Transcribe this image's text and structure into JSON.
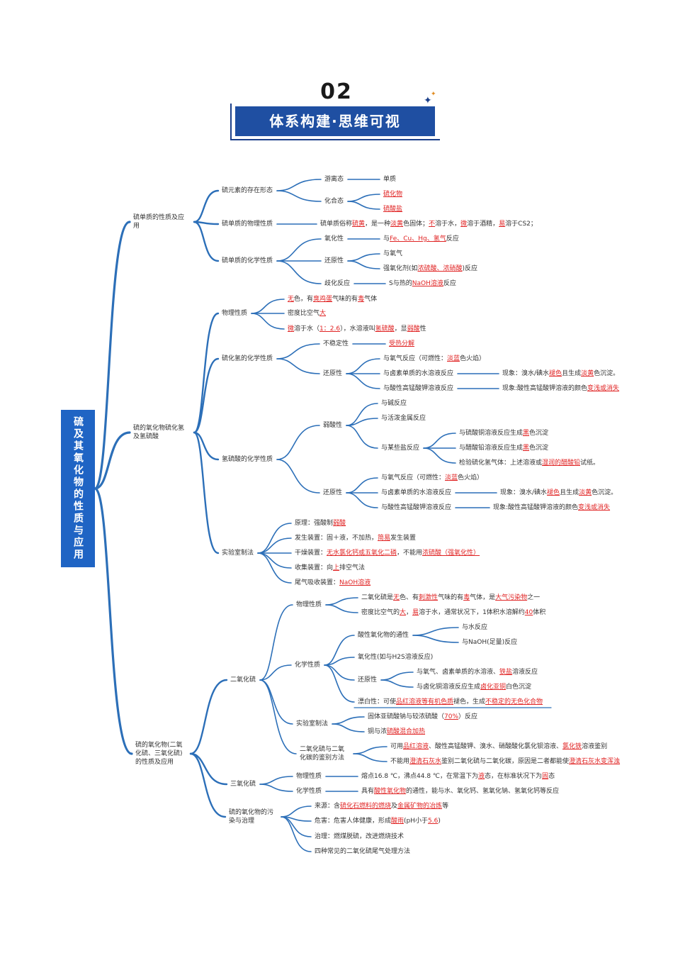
{
  "header": {
    "number": "02",
    "banner_title": "体系构建·思维可视"
  },
  "colors": {
    "banner_bg": "#1f4fa2",
    "root_bg": "#1f64c4",
    "branch_line": "#2c6fb8",
    "highlight": "#e02424",
    "text": "#333333"
  },
  "root": {
    "title": "硫及其氧化物的性质与应用"
  },
  "nodes": [
    {
      "id": "b1",
      "parent": "root",
      "text": [
        {
          "t": "硫单质的性质及应用"
        }
      ]
    },
    {
      "id": "b1a",
      "parent": "b1",
      "text": [
        {
          "t": "硫元素的存在形态"
        }
      ]
    },
    {
      "id": "b1a1",
      "parent": "b1a",
      "text": [
        {
          "t": "游离态"
        }
      ]
    },
    {
      "id": "b1a1a",
      "parent": "b1a1",
      "text": [
        {
          "t": "单质"
        }
      ]
    },
    {
      "id": "b1a2",
      "parent": "b1a",
      "text": [
        {
          "t": "化合态"
        }
      ]
    },
    {
      "id": "b1a2a",
      "parent": "b1a2",
      "text": [
        {
          "t": "硫化物",
          "h": true
        }
      ]
    },
    {
      "id": "b1a2b",
      "parent": "b1a2",
      "text": [
        {
          "t": "硫酸盐",
          "h": true
        }
      ]
    },
    {
      "id": "b1b",
      "parent": "b1",
      "text": [
        {
          "t": "硫单质的物理性质"
        }
      ]
    },
    {
      "id": "b1b1",
      "parent": "b1b",
      "text": [
        {
          "t": "硫单质俗称"
        },
        {
          "t": "硫黄",
          "h": true
        },
        {
          "t": "，是一种"
        },
        {
          "t": "淡黄",
          "h": true
        },
        {
          "t": "色固体；"
        },
        {
          "t": "不",
          "h": true
        },
        {
          "t": "溶于水，"
        },
        {
          "t": "微",
          "h": true
        },
        {
          "t": "溶于酒精，"
        },
        {
          "t": "易",
          "h": true
        },
        {
          "t": "溶于CS2；"
        }
      ]
    },
    {
      "id": "b1c",
      "parent": "b1",
      "text": [
        {
          "t": "硫单质的化学性质"
        }
      ]
    },
    {
      "id": "b1c1",
      "parent": "b1c",
      "text": [
        {
          "t": "氧化性"
        }
      ]
    },
    {
      "id": "b1c1a",
      "parent": "b1c1",
      "text": [
        {
          "t": "与"
        },
        {
          "t": "Fe、Cu、Hg、氢气",
          "h": true
        },
        {
          "t": "反应"
        }
      ]
    },
    {
      "id": "b1c2",
      "parent": "b1c",
      "text": [
        {
          "t": "还原性"
        }
      ]
    },
    {
      "id": "b1c2a",
      "parent": "b1c2",
      "text": [
        {
          "t": "与氧气"
        }
      ]
    },
    {
      "id": "b1c2b",
      "parent": "b1c2",
      "text": [
        {
          "t": "强氧化剂(如"
        },
        {
          "t": "浓硫酸、浓硝酸",
          "h": true
        },
        {
          "t": ")反应"
        }
      ]
    },
    {
      "id": "b1c3",
      "parent": "b1c",
      "text": [
        {
          "t": "歧化反应"
        }
      ]
    },
    {
      "id": "b1c3a",
      "parent": "b1c3",
      "text": [
        {
          "t": "S与热的"
        },
        {
          "t": "NaOH溶液",
          "h": true
        },
        {
          "t": "反应"
        }
      ]
    },
    {
      "id": "b2",
      "parent": "root",
      "text": [
        {
          "t": "硫的氧化物硫化氢及氢硫酸"
        }
      ]
    },
    {
      "id": "b2a",
      "parent": "b2",
      "text": [
        {
          "t": "物理性质"
        }
      ]
    },
    {
      "id": "b2a1",
      "parent": "b2a",
      "text": [
        {
          "t": "无",
          "h": true
        },
        {
          "t": "色，有"
        },
        {
          "t": "臭鸡蛋",
          "h": true
        },
        {
          "t": "气味的有"
        },
        {
          "t": "毒",
          "h": true
        },
        {
          "t": "气体"
        }
      ]
    },
    {
      "id": "b2a2",
      "parent": "b2a",
      "text": [
        {
          "t": "密度比空气"
        },
        {
          "t": "大",
          "h": true
        }
      ]
    },
    {
      "id": "b2a3",
      "parent": "b2a",
      "text": [
        {
          "t": "微",
          "h": true
        },
        {
          "t": "溶于水（"
        },
        {
          "t": "1：2.6",
          "h": true
        },
        {
          "t": "），水溶液叫"
        },
        {
          "t": "氢硫酸",
          "h": true
        },
        {
          "t": "，显"
        },
        {
          "t": "弱酸",
          "h": true
        },
        {
          "t": "性"
        }
      ]
    },
    {
      "id": "b2b",
      "parent": "b2",
      "text": [
        {
          "t": "硫化氢的化学性质"
        }
      ]
    },
    {
      "id": "b2b1",
      "parent": "b2b",
      "text": [
        {
          "t": "不稳定性"
        }
      ]
    },
    {
      "id": "b2b1a",
      "parent": "b2b1",
      "text": [
        {
          "t": "受热分解",
          "h": true
        }
      ]
    },
    {
      "id": "b2b2",
      "parent": "b2b",
      "text": [
        {
          "t": "还原性"
        }
      ]
    },
    {
      "id": "b2b2a",
      "parent": "b2b2",
      "text": [
        {
          "t": "与氧气反应（可燃性："
        },
        {
          "t": "淡蓝",
          "h": true
        },
        {
          "t": "色火焰）"
        }
      ]
    },
    {
      "id": "b2b2b",
      "parent": "b2b2",
      "text": [
        {
          "t": "与卤素单质的水溶液反应"
        }
      ]
    },
    {
      "id": "b2b2b1",
      "parent": "b2b2b",
      "text": [
        {
          "t": "现象：溴水/碘水"
        },
        {
          "t": "褪色",
          "h": true
        },
        {
          "t": "且生成"
        },
        {
          "t": "淡黄",
          "h": true
        },
        {
          "t": "色沉淀。"
        }
      ]
    },
    {
      "id": "b2b2c",
      "parent": "b2b2",
      "text": [
        {
          "t": "与酸性高锰酸钾溶液反应"
        }
      ]
    },
    {
      "id": "b2b2c1",
      "parent": "b2b2c",
      "text": [
        {
          "t": "现象:酸性高锰酸钾溶液的颜色"
        },
        {
          "t": "变浅或消失",
          "h": true
        }
      ]
    },
    {
      "id": "b2c",
      "parent": "b2",
      "text": [
        {
          "t": "氢硫酸的化学性质"
        }
      ]
    },
    {
      "id": "b2c1",
      "parent": "b2c",
      "text": [
        {
          "t": "弱酸性"
        }
      ]
    },
    {
      "id": "b2c1a",
      "parent": "b2c1",
      "text": [
        {
          "t": "与碱反应"
        }
      ]
    },
    {
      "id": "b2c1b",
      "parent": "b2c1",
      "text": [
        {
          "t": "与活泼金属反应"
        }
      ]
    },
    {
      "id": "b2c1c",
      "parent": "b2c1",
      "text": [
        {
          "t": "与某些盐反应"
        }
      ]
    },
    {
      "id": "b2c1c1",
      "parent": "b2c1c",
      "text": [
        {
          "t": "与硫酸铜溶液反应生成"
        },
        {
          "t": "黑",
          "h": true
        },
        {
          "t": "色沉淀"
        }
      ]
    },
    {
      "id": "b2c1c2",
      "parent": "b2c1c",
      "text": [
        {
          "t": "与醋酸铅溶液反应生成"
        },
        {
          "t": "黑",
          "h": true
        },
        {
          "t": "色沉淀"
        }
      ]
    },
    {
      "id": "b2c1c3",
      "parent": "b2c1c",
      "text": [
        {
          "t": "检验硫化氢气体：上述溶液或"
        },
        {
          "t": "湿润的醋酸铅",
          "h": true
        },
        {
          "t": "试纸。"
        }
      ]
    },
    {
      "id": "b2c2",
      "parent": "b2c",
      "text": [
        {
          "t": "还原性"
        }
      ]
    },
    {
      "id": "b2c2a",
      "parent": "b2c2",
      "text": [
        {
          "t": "与氧气反应（可燃性："
        },
        {
          "t": "淡蓝",
          "h": true
        },
        {
          "t": "色火焰）"
        }
      ]
    },
    {
      "id": "b2c2b",
      "parent": "b2c2",
      "text": [
        {
          "t": "与卤素单质的水溶液反应"
        }
      ]
    },
    {
      "id": "b2c2b1",
      "parent": "b2c2b",
      "text": [
        {
          "t": "现象：溴水/碘水"
        },
        {
          "t": "褪色",
          "h": true
        },
        {
          "t": "且生成"
        },
        {
          "t": "淡黄",
          "h": true
        },
        {
          "t": "色沉淀。"
        }
      ]
    },
    {
      "id": "b2c2c",
      "parent": "b2c2",
      "text": [
        {
          "t": "与酸性高锰酸钾溶液反应"
        }
      ]
    },
    {
      "id": "b2c2c1",
      "parent": "b2c2c",
      "text": [
        {
          "t": "现象:酸性高锰酸钾溶液的颜色"
        },
        {
          "t": "变浅或消失",
          "h": true
        }
      ]
    },
    {
      "id": "b2d",
      "parent": "b2",
      "text": [
        {
          "t": "实验室制法"
        }
      ]
    },
    {
      "id": "b2d1",
      "parent": "b2d",
      "text": [
        {
          "t": "原理：强酸制"
        },
        {
          "t": "弱酸",
          "h": true
        }
      ]
    },
    {
      "id": "b2d2",
      "parent": "b2d",
      "text": [
        {
          "t": "发生装置：固＋液，不加热，"
        },
        {
          "t": "简易",
          "h": true
        },
        {
          "t": "发生装置"
        }
      ]
    },
    {
      "id": "b2d3",
      "parent": "b2d",
      "text": [
        {
          "t": "干燥装置："
        },
        {
          "t": "无水氯化钙或五氧化二磷",
          "h": true
        },
        {
          "t": "，不能用"
        },
        {
          "t": "浓硫酸（强氧化性）",
          "h": true
        }
      ]
    },
    {
      "id": "b2d4",
      "parent": "b2d",
      "text": [
        {
          "t": "收集装置：向"
        },
        {
          "t": "上",
          "h": true
        },
        {
          "t": "排空气法"
        }
      ]
    },
    {
      "id": "b2d5",
      "parent": "b2d",
      "text": [
        {
          "t": "尾气吸收装置："
        },
        {
          "t": "NaOH溶液",
          "h": true
        }
      ]
    },
    {
      "id": "b3",
      "parent": "root",
      "text": [
        {
          "t": "硫的氧化物(二氧化硫、三氧化硫)的性质及应用"
        }
      ]
    },
    {
      "id": "b3a",
      "parent": "b3",
      "text": [
        {
          "t": "二氧化硫"
        }
      ]
    },
    {
      "id": "b3a1",
      "parent": "b3a",
      "text": [
        {
          "t": "物理性质"
        }
      ]
    },
    {
      "id": "b3a1a",
      "parent": "b3a1",
      "text": [
        {
          "t": "二氧化硫是"
        },
        {
          "t": "无",
          "h": true
        },
        {
          "t": "色、有"
        },
        {
          "t": "刺激性",
          "h": true
        },
        {
          "t": "气味的有"
        },
        {
          "t": "毒",
          "h": true
        },
        {
          "t": "气体，是"
        },
        {
          "t": "大气污染物",
          "h": true
        },
        {
          "t": "之一"
        }
      ]
    },
    {
      "id": "b3a1b",
      "parent": "b3a1",
      "text": [
        {
          "t": "密度比空气的"
        },
        {
          "t": "大",
          "h": true
        },
        {
          "t": "，"
        },
        {
          "t": "易",
          "h": true
        },
        {
          "t": "溶于水，通常状况下，1体积水溶解约"
        },
        {
          "t": "40",
          "h": true
        },
        {
          "t": "体积"
        }
      ]
    },
    {
      "id": "b3a2",
      "parent": "b3a",
      "text": [
        {
          "t": "化学性质"
        }
      ]
    },
    {
      "id": "b3a2a",
      "parent": "b3a2",
      "text": [
        {
          "t": "酸性氧化物的通性"
        }
      ]
    },
    {
      "id": "b3a2a1",
      "parent": "b3a2a",
      "text": [
        {
          "t": "与水反应"
        }
      ]
    },
    {
      "id": "b3a2a2",
      "parent": "b3a2a",
      "text": [
        {
          "t": "与NaOH(足量)反应"
        }
      ]
    },
    {
      "id": "b3a2b",
      "parent": "b3a2",
      "text": [
        {
          "t": "氧化性(如与H2S溶液反应)"
        }
      ]
    },
    {
      "id": "b3a2c",
      "parent": "b3a2",
      "text": [
        {
          "t": "还原性"
        }
      ]
    },
    {
      "id": "b3a2c1",
      "parent": "b3a2c",
      "text": [
        {
          "t": "与氧气、卤素单质的水溶液、"
        },
        {
          "t": "铁盐",
          "h": true
        },
        {
          "t": "溶液反应"
        }
      ]
    },
    {
      "id": "b3a2c2",
      "parent": "b3a2c",
      "text": [
        {
          "t": "与卤化铜溶液反应生成"
        },
        {
          "t": "卤化亚铜",
          "h": true
        },
        {
          "t": "白色沉淀"
        }
      ]
    },
    {
      "id": "b3a2d",
      "parent": "b3a2",
      "text": [
        {
          "t": "漂白性：可使"
        },
        {
          "t": "品红溶液等有机色质",
          "h": true
        },
        {
          "t": "褪色，生成"
        },
        {
          "t": "不稳定的无色化合物",
          "h": true
        }
      ]
    },
    {
      "id": "b3a3",
      "parent": "b3a",
      "text": [
        {
          "t": "实验室制法"
        }
      ]
    },
    {
      "id": "b3a3a",
      "parent": "b3a3",
      "text": [
        {
          "t": "固体亚硫酸钠与较浓硫酸（"
        },
        {
          "t": "70%",
          "h": true
        },
        {
          "t": "）反应"
        }
      ]
    },
    {
      "id": "b3a3b",
      "parent": "b3a3",
      "text": [
        {
          "t": "铜与浓"
        },
        {
          "t": "硫酸混合加热",
          "h": true
        }
      ]
    },
    {
      "id": "b3a4",
      "parent": "b3a",
      "text": [
        {
          "t": "二氧化硫与二氧化碳的鉴别方法"
        }
      ]
    },
    {
      "id": "b3a4a",
      "parent": "b3a4",
      "text": [
        {
          "t": "可用"
        },
        {
          "t": "品红溶液",
          "h": true
        },
        {
          "t": "、酸性高锰酸钾、溴水、硝酸酸化氯化钡溶液、"
        },
        {
          "t": "氯化铁",
          "h": true
        },
        {
          "t": "溶液鉴别"
        }
      ]
    },
    {
      "id": "b3a4b",
      "parent": "b3a4",
      "text": [
        {
          "t": "不能用"
        },
        {
          "t": "澄清石灰水",
          "h": true
        },
        {
          "t": "鉴别二氧化硫与二氧化碳，原因是二者都能使"
        },
        {
          "t": "澄清石灰水变浑浊",
          "h": true
        }
      ]
    },
    {
      "id": "b3b",
      "parent": "b3",
      "text": [
        {
          "t": "三氧化硫"
        }
      ]
    },
    {
      "id": "b3b1",
      "parent": "b3b",
      "text": [
        {
          "t": "物理性质"
        }
      ]
    },
    {
      "id": "b3b1a",
      "parent": "b3b1",
      "text": [
        {
          "t": "熔点16.8 ℃，沸点44.8 ℃，在常温下为"
        },
        {
          "t": "液",
          "h": true
        },
        {
          "t": "态，在标准状况下为"
        },
        {
          "t": "固",
          "h": true
        },
        {
          "t": "态"
        }
      ]
    },
    {
      "id": "b3b2",
      "parent": "b3b",
      "text": [
        {
          "t": "化学性质"
        }
      ]
    },
    {
      "id": "b3b2a",
      "parent": "b3b2",
      "text": [
        {
          "t": "具有"
        },
        {
          "t": "酸性氧化物",
          "h": true
        },
        {
          "t": "的通性，能与水、氧化钙、氢氧化钠、氢氧化钙等反应"
        }
      ]
    },
    {
      "id": "b3c",
      "parent": "b3",
      "text": [
        {
          "t": "硫的氧化物的污染与治理"
        }
      ]
    },
    {
      "id": "b3c1",
      "parent": "b3c",
      "text": [
        {
          "t": "来源：含"
        },
        {
          "t": "硫化石燃料的燃烧",
          "h": true
        },
        {
          "t": "及"
        },
        {
          "t": "金属矿物的冶炼",
          "h": true
        },
        {
          "t": "等"
        }
      ]
    },
    {
      "id": "b3c2",
      "parent": "b3c",
      "text": [
        {
          "t": "危害：危害人体健康，形成"
        },
        {
          "t": "酸雨",
          "h": true
        },
        {
          "t": "(pH小于"
        },
        {
          "t": "5.6",
          "h": true
        },
        {
          "t": ")"
        }
      ]
    },
    {
      "id": "b3c3",
      "parent": "b3c",
      "text": [
        {
          "t": "治理：燃煤脱硫，改进燃烧技术"
        }
      ]
    },
    {
      "id": "b3c4",
      "parent": "b3c",
      "text": [
        {
          "t": "四种常见的二氧化硫尾气处理方法"
        }
      ]
    }
  ]
}
